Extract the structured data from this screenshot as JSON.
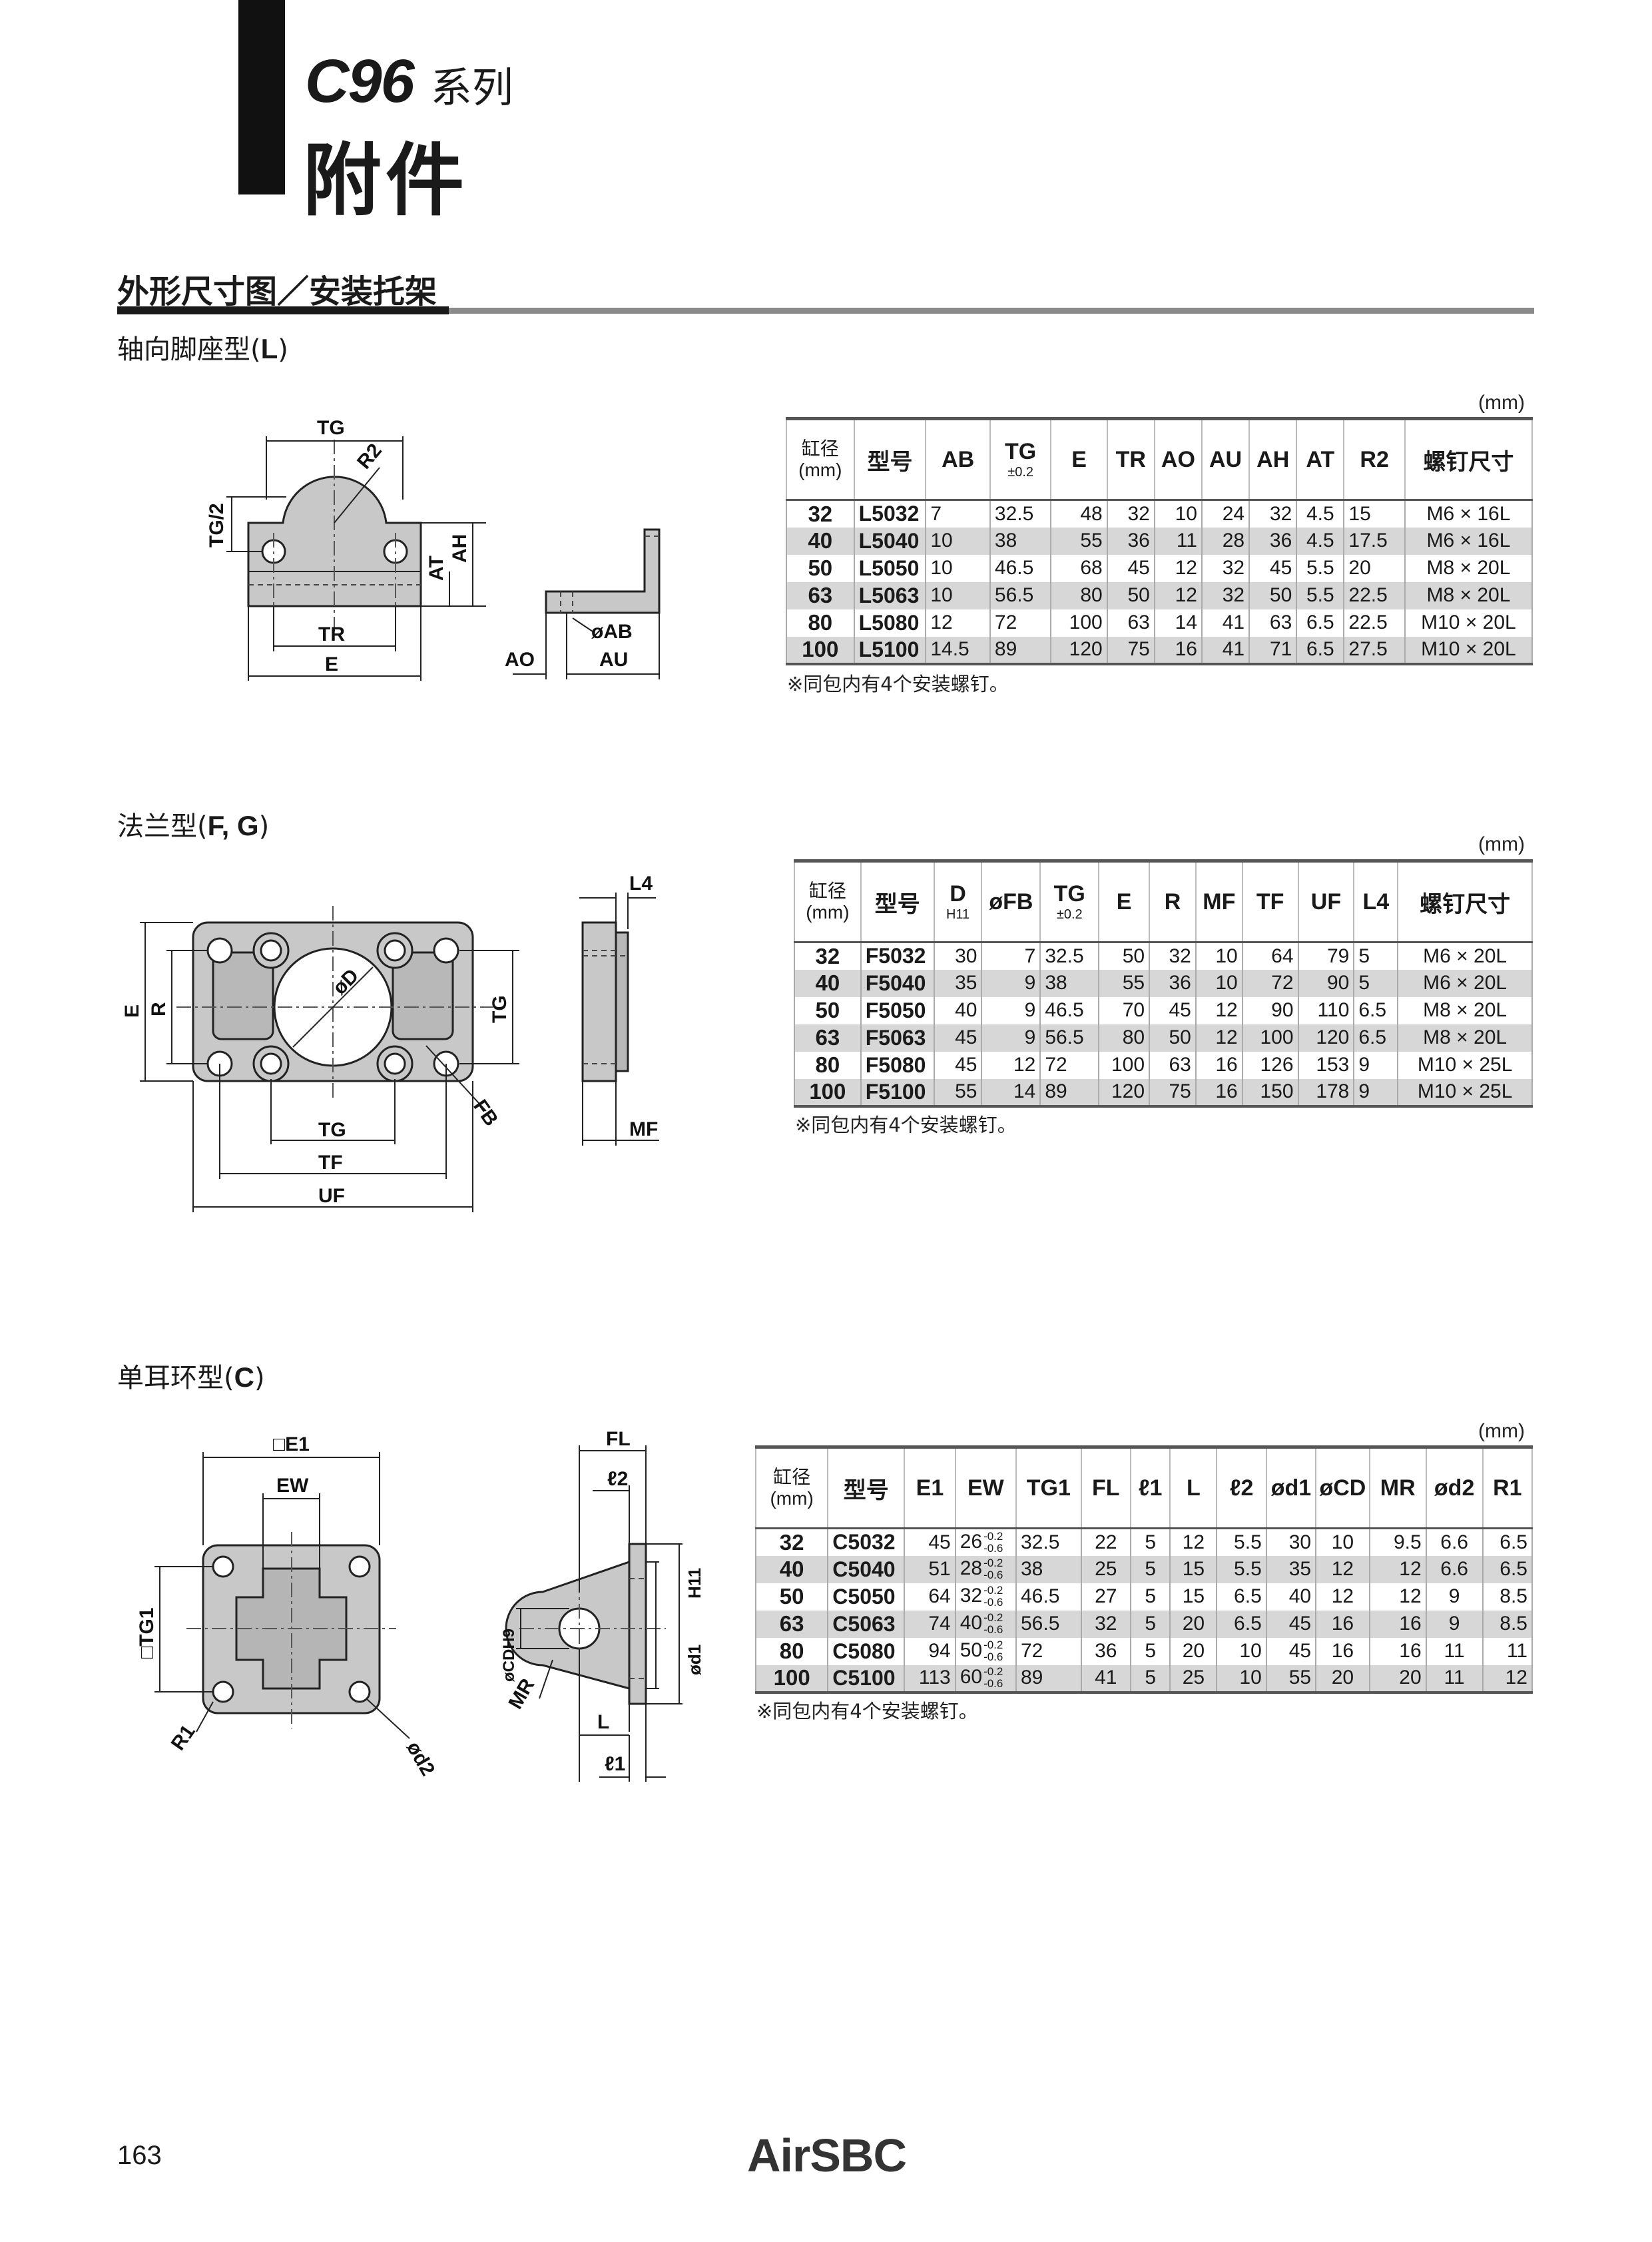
{
  "header": {
    "series_code": "C96",
    "series_label": "系列",
    "title": "附件"
  },
  "section": {
    "title": "外形尺寸图／安装托架"
  },
  "foot_bracket": {
    "title_cn": "轴向脚座型(",
    "title_code": "L",
    "title_end": ")",
    "unit": "(mm)",
    "drawing_labels": {
      "tg": "TG",
      "r2": "R2",
      "tg_half": "TG/2",
      "at": "AT",
      "ah": "AH",
      "tr": "TR",
      "e": "E",
      "ao": "AO",
      "au": "AU",
      "ab": "øAB"
    },
    "headers": [
      {
        "main": "缸径",
        "sub": "(mm)"
      },
      {
        "main": "型号"
      },
      {
        "main": "AB"
      },
      {
        "main": "TG",
        "sub": "±0.2"
      },
      {
        "main": "E"
      },
      {
        "main": "TR"
      },
      {
        "main": "AO"
      },
      {
        "main": "AU"
      },
      {
        "main": "AH"
      },
      {
        "main": "AT"
      },
      {
        "main": "R2"
      },
      {
        "main": "螺钉尺寸"
      }
    ],
    "rows": [
      [
        "32",
        "L5032",
        "7",
        "32.5",
        "48",
        "32",
        "10",
        "24",
        "32",
        "4.5",
        "15",
        "M6 × 16L"
      ],
      [
        "40",
        "L5040",
        "10",
        "38",
        "55",
        "36",
        "11",
        "28",
        "36",
        "4.5",
        "17.5",
        "M6 × 16L"
      ],
      [
        "50",
        "L5050",
        "10",
        "46.5",
        "68",
        "45",
        "12",
        "32",
        "45",
        "5.5",
        "20",
        "M8 × 20L"
      ],
      [
        "63",
        "L5063",
        "10",
        "56.5",
        "80",
        "50",
        "12",
        "32",
        "50",
        "5.5",
        "22.5",
        "M8 × 20L"
      ],
      [
        "80",
        "L5080",
        "12",
        "72",
        "100",
        "63",
        "14",
        "41",
        "63",
        "6.5",
        "22.5",
        "M10 × 20L"
      ],
      [
        "100",
        "L5100",
        "14.5",
        "89",
        "120",
        "75",
        "16",
        "41",
        "71",
        "6.5",
        "27.5",
        "M10 × 20L"
      ]
    ],
    "note": "※同包内有4个安装螺钉。"
  },
  "flange": {
    "title_cn": "法兰型(",
    "title_code": "F, G",
    "title_end": ")",
    "unit": "(mm)",
    "drawing_labels": {
      "e": "E",
      "r": "R",
      "d": "øD",
      "tg": "TG",
      "fb": "FB",
      "tg_bottom": "TG",
      "tf": "TF",
      "uf": "UF",
      "l4": "L4",
      "mf": "MF"
    },
    "headers": [
      {
        "main": "缸径",
        "sub": "(mm)"
      },
      {
        "main": "型号"
      },
      {
        "main": "D",
        "sub": "H11"
      },
      {
        "main": "øFB"
      },
      {
        "main": "TG",
        "sub": "±0.2"
      },
      {
        "main": "E"
      },
      {
        "main": "R"
      },
      {
        "main": "MF"
      },
      {
        "main": "TF"
      },
      {
        "main": "UF"
      },
      {
        "main": "L4"
      },
      {
        "main": "螺钉尺寸"
      }
    ],
    "rows": [
      [
        "32",
        "F5032",
        "30",
        "7",
        "32.5",
        "50",
        "32",
        "10",
        "64",
        "79",
        "5",
        "M6 × 20L"
      ],
      [
        "40",
        "F5040",
        "35",
        "9",
        "38",
        "55",
        "36",
        "10",
        "72",
        "90",
        "5",
        "M6 × 20L"
      ],
      [
        "50",
        "F5050",
        "40",
        "9",
        "46.5",
        "70",
        "45",
        "12",
        "90",
        "110",
        "6.5",
        "M8 × 20L"
      ],
      [
        "63",
        "F5063",
        "45",
        "9",
        "56.5",
        "80",
        "50",
        "12",
        "100",
        "120",
        "6.5",
        "M8 × 20L"
      ],
      [
        "80",
        "F5080",
        "45",
        "12",
        "72",
        "100",
        "63",
        "16",
        "126",
        "153",
        "9",
        "M10 × 25L"
      ],
      [
        "100",
        "F5100",
        "55",
        "14",
        "89",
        "120",
        "75",
        "16",
        "150",
        "178",
        "9",
        "M10 × 25L"
      ]
    ],
    "note": "※同包内有4个安装螺钉。"
  },
  "clevis": {
    "title_cn": "单耳环型(",
    "title_code": "C",
    "title_end": ")",
    "unit": "(mm)",
    "drawing_labels": {
      "e1": "□E1",
      "ew": "EW",
      "tg1": "□TG1",
      "r1": "R1",
      "d2": "ød2",
      "fl": "FL",
      "l2": "ℓ2",
      "cd": "øCDH9",
      "h11": "H11",
      "d1": "ød1",
      "mr": "MR",
      "l": "L",
      "l1": "ℓ1"
    },
    "headers": [
      {
        "main": "缸径",
        "sub": "(mm)"
      },
      {
        "main": "型号"
      },
      {
        "main": "E1"
      },
      {
        "main": "EW"
      },
      {
        "main": "TG1"
      },
      {
        "main": "FL"
      },
      {
        "main": "ℓ1"
      },
      {
        "main": "L"
      },
      {
        "main": "ℓ2"
      },
      {
        "main": "ød1"
      },
      {
        "main": "øCD"
      },
      {
        "main": "MR"
      },
      {
        "main": "ød2"
      },
      {
        "main": "R1"
      }
    ],
    "ew_tolerance": {
      "upper": "-0.2",
      "lower": "-0.6"
    },
    "rows": [
      [
        "32",
        "C5032",
        "45",
        "26",
        "32.5",
        "22",
        "5",
        "12",
        "5.5",
        "30",
        "10",
        "9.5",
        "6.6",
        "6.5"
      ],
      [
        "40",
        "C5040",
        "51",
        "28",
        "38",
        "25",
        "5",
        "15",
        "5.5",
        "35",
        "12",
        "12",
        "6.6",
        "6.5"
      ],
      [
        "50",
        "C5050",
        "64",
        "32",
        "46.5",
        "27",
        "5",
        "15",
        "6.5",
        "40",
        "12",
        "12",
        "9",
        "8.5"
      ],
      [
        "63",
        "C5063",
        "74",
        "40",
        "56.5",
        "32",
        "5",
        "20",
        "6.5",
        "45",
        "16",
        "16",
        "9",
        "8.5"
      ],
      [
        "80",
        "C5080",
        "94",
        "50",
        "72",
        "36",
        "5",
        "20",
        "10",
        "45",
        "16",
        "16",
        "11",
        "11"
      ],
      [
        "100",
        "C5100",
        "113",
        "60",
        "89",
        "41",
        "5",
        "25",
        "10",
        "55",
        "20",
        "20",
        "11",
        "12"
      ]
    ],
    "note": "※同包内有4个安装螺钉。"
  },
  "footer": {
    "page_number": "163",
    "brand": "AirSBC"
  }
}
